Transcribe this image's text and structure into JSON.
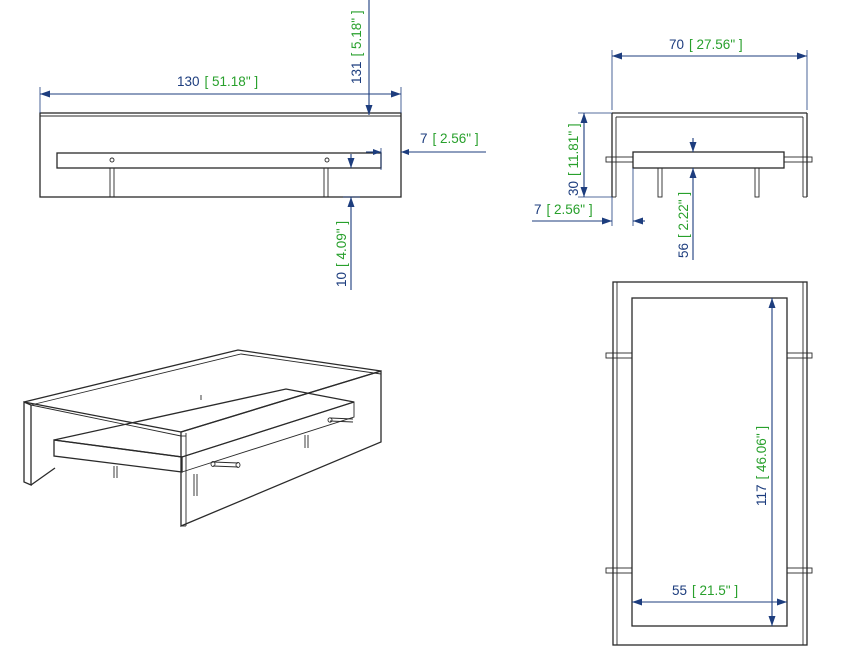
{
  "colors": {
    "dimension_number": "#1d3d7e",
    "dimension_imperial": "#28a02c",
    "outline": "#2a2a2a",
    "background": "#ffffff"
  },
  "front_view": {
    "width": {
      "value": "130",
      "imperial": "[ 51.18\" ]"
    },
    "height": {
      "value": "131",
      "imperial": "[ 5.18\" ]"
    },
    "shelf_inset": {
      "value": "7",
      "imperial": "[ 2.56\" ]"
    },
    "shelf_clearance": {
      "value": "10",
      "imperial": "[ 4.09\" ]"
    }
  },
  "side_view": {
    "depth": {
      "value": "70",
      "imperial": "[ 27.56\" ]"
    },
    "height": {
      "value": "30",
      "imperial": "[ 11.81\" ]"
    },
    "side_inset": {
      "value": "7",
      "imperial": "[ 2.56\" ]"
    },
    "shelf_height": {
      "value": "56",
      "imperial": "[ 2.22\" ]"
    }
  },
  "top_view": {
    "length": {
      "value": "117",
      "imperial": "[ 46.06\" ]"
    },
    "width": {
      "value": "55",
      "imperial": "[ 21.5\" ]"
    }
  }
}
